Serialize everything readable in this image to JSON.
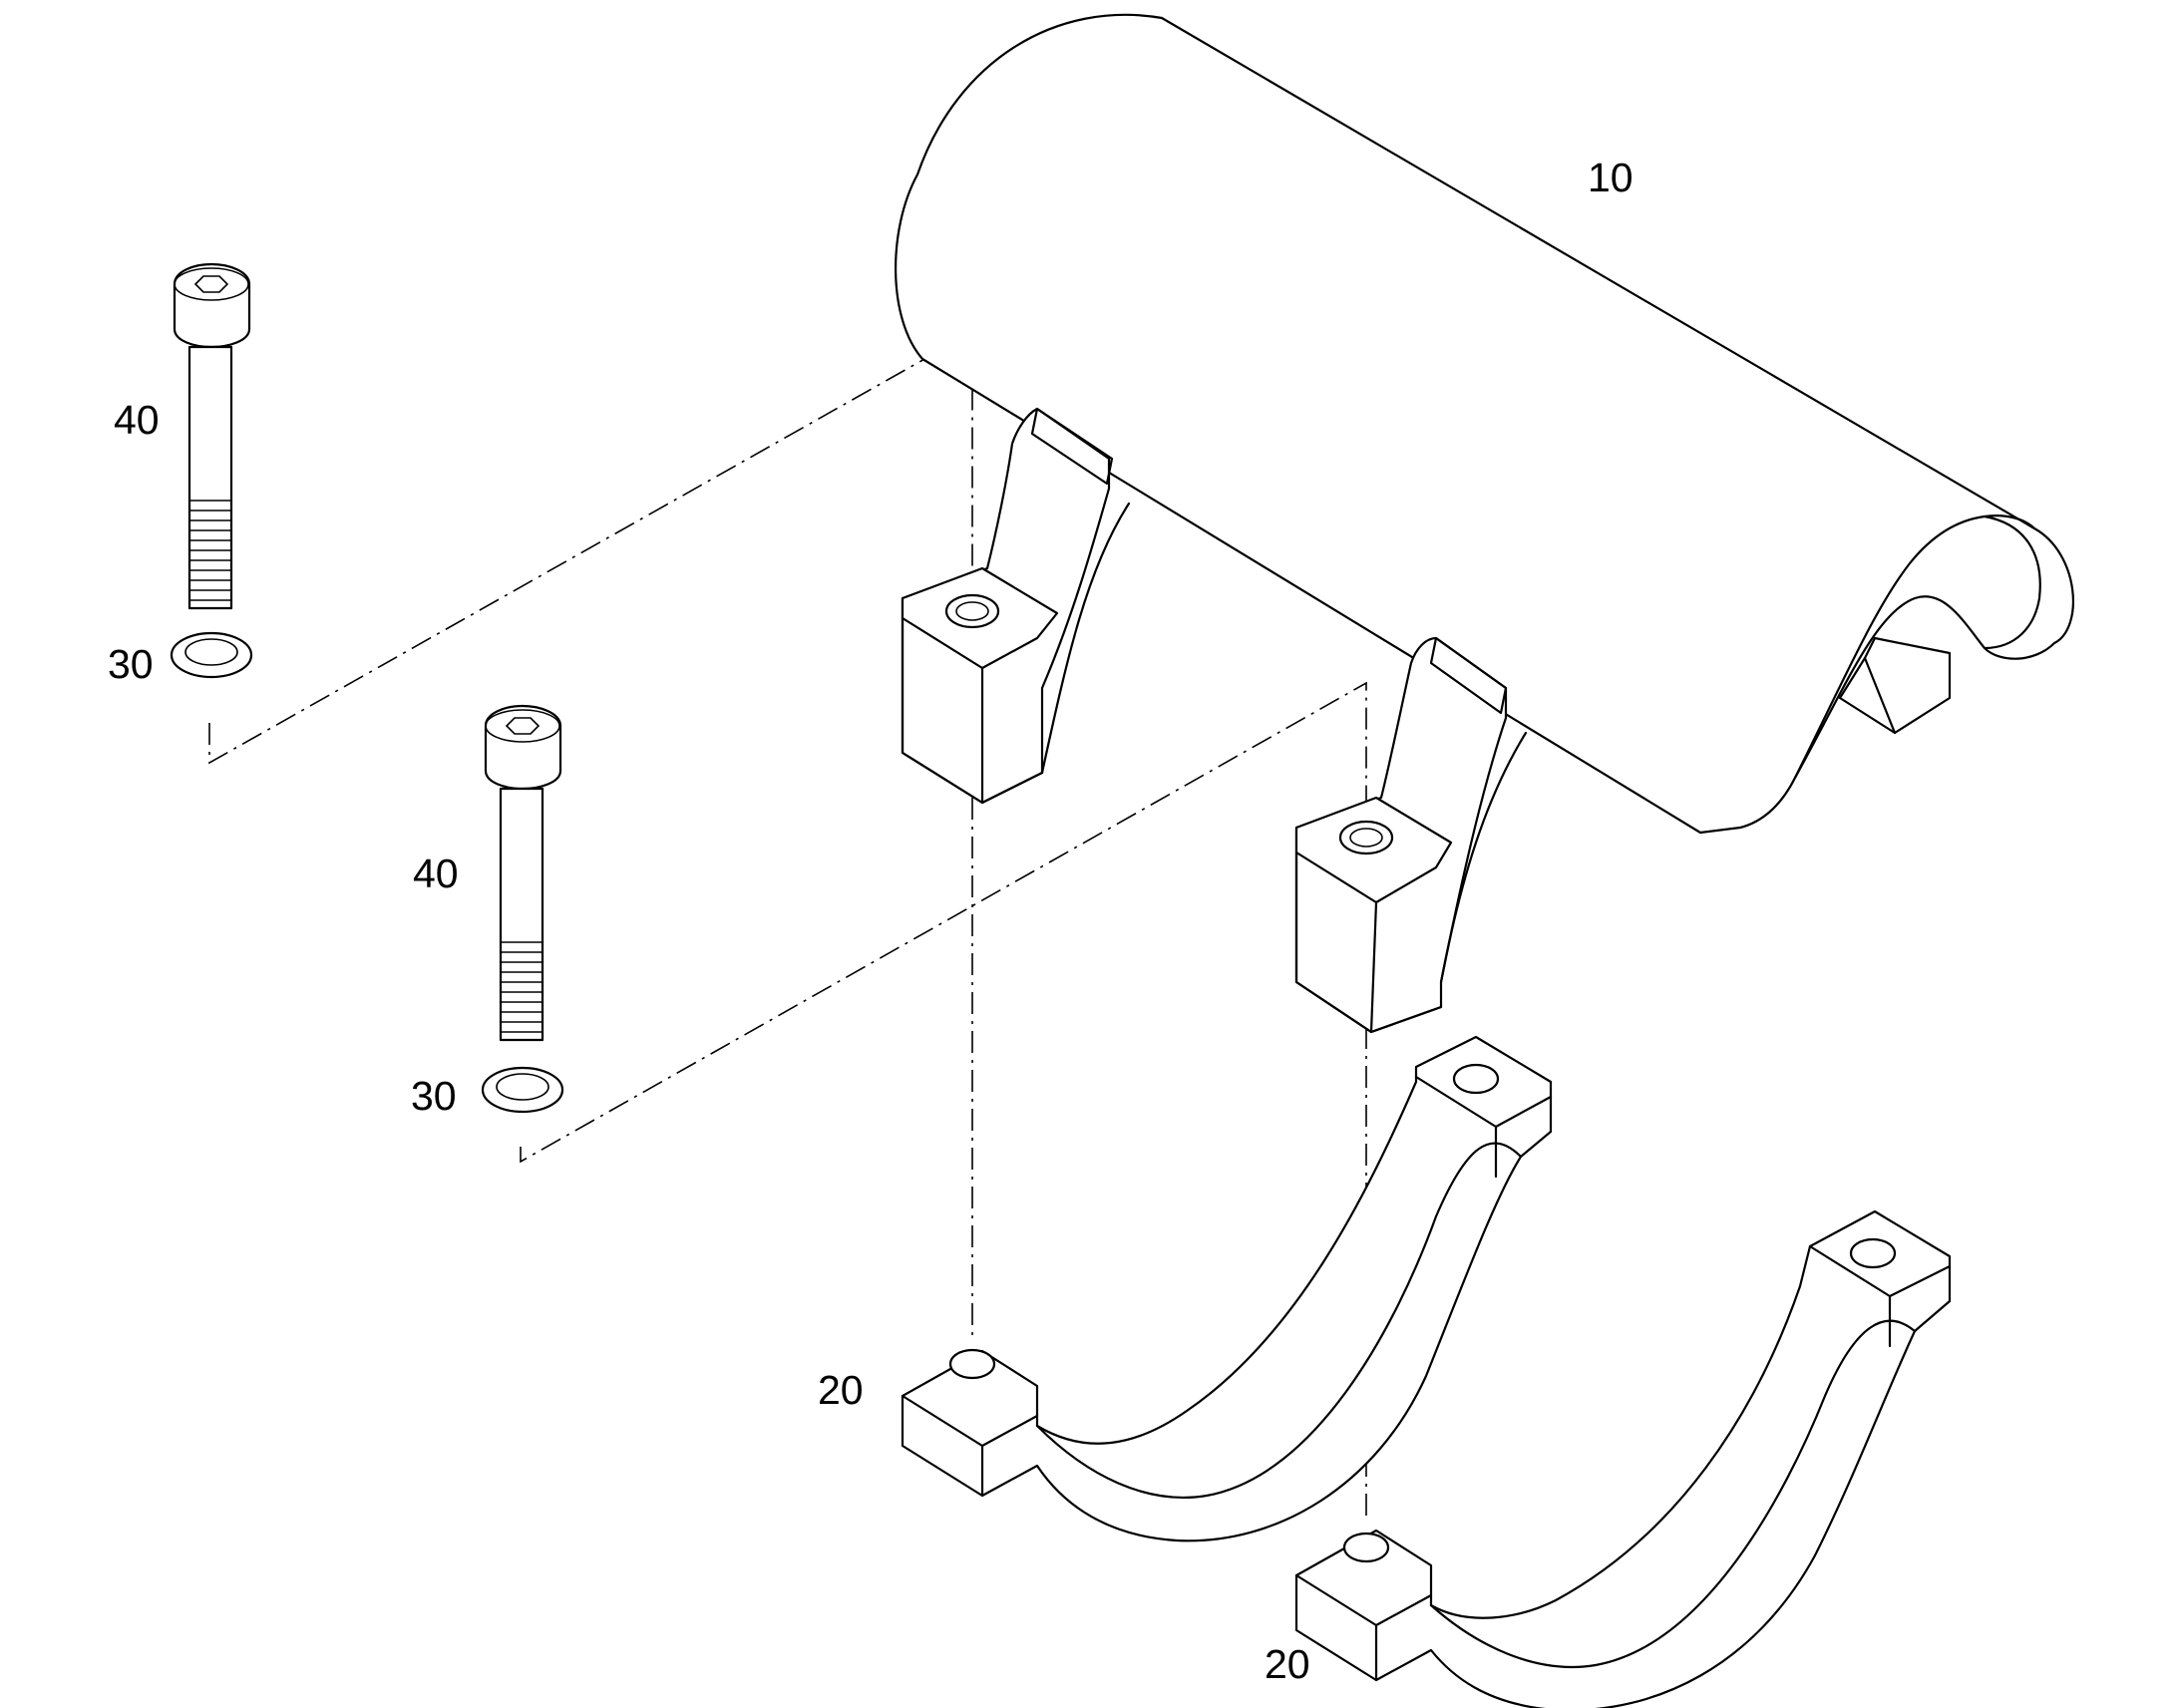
{
  "callouts": {
    "pipe": "10",
    "clamp_a": "20",
    "clamp_b": "20",
    "washer_a": "30",
    "washer_b": "30",
    "bolt_a": "40",
    "bolt_b": "40"
  }
}
